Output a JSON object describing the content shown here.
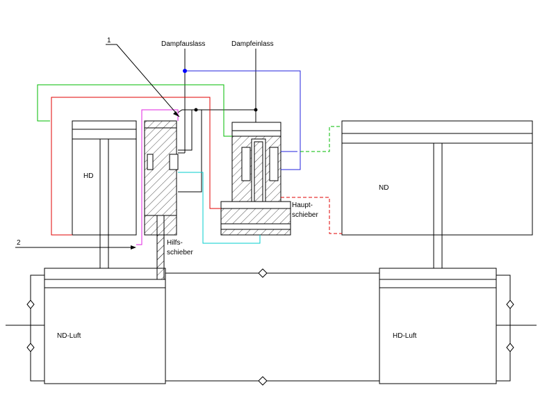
{
  "labels": {
    "marker_1": "1",
    "marker_2": "2",
    "steam_outlet": "Dampfauslass",
    "steam_inlet": "Dampfeinlass",
    "hp_cylinder": "HD",
    "lp_cylinder": "ND",
    "aux_valve_line1": "Hilfs-",
    "aux_valve_line2": "schieber",
    "main_valve_line1": "Haupt-",
    "main_valve_line2": "schieber",
    "lp_air": "ND-Luft",
    "hp_air": "HD-Luft"
  },
  "colors": {
    "line": "#000000",
    "green": "#00bb00",
    "red": "#e00000",
    "blue": "#2222dd",
    "magenta": "#e020e0",
    "cyan": "#00cccc",
    "junction": "#0000ff"
  }
}
